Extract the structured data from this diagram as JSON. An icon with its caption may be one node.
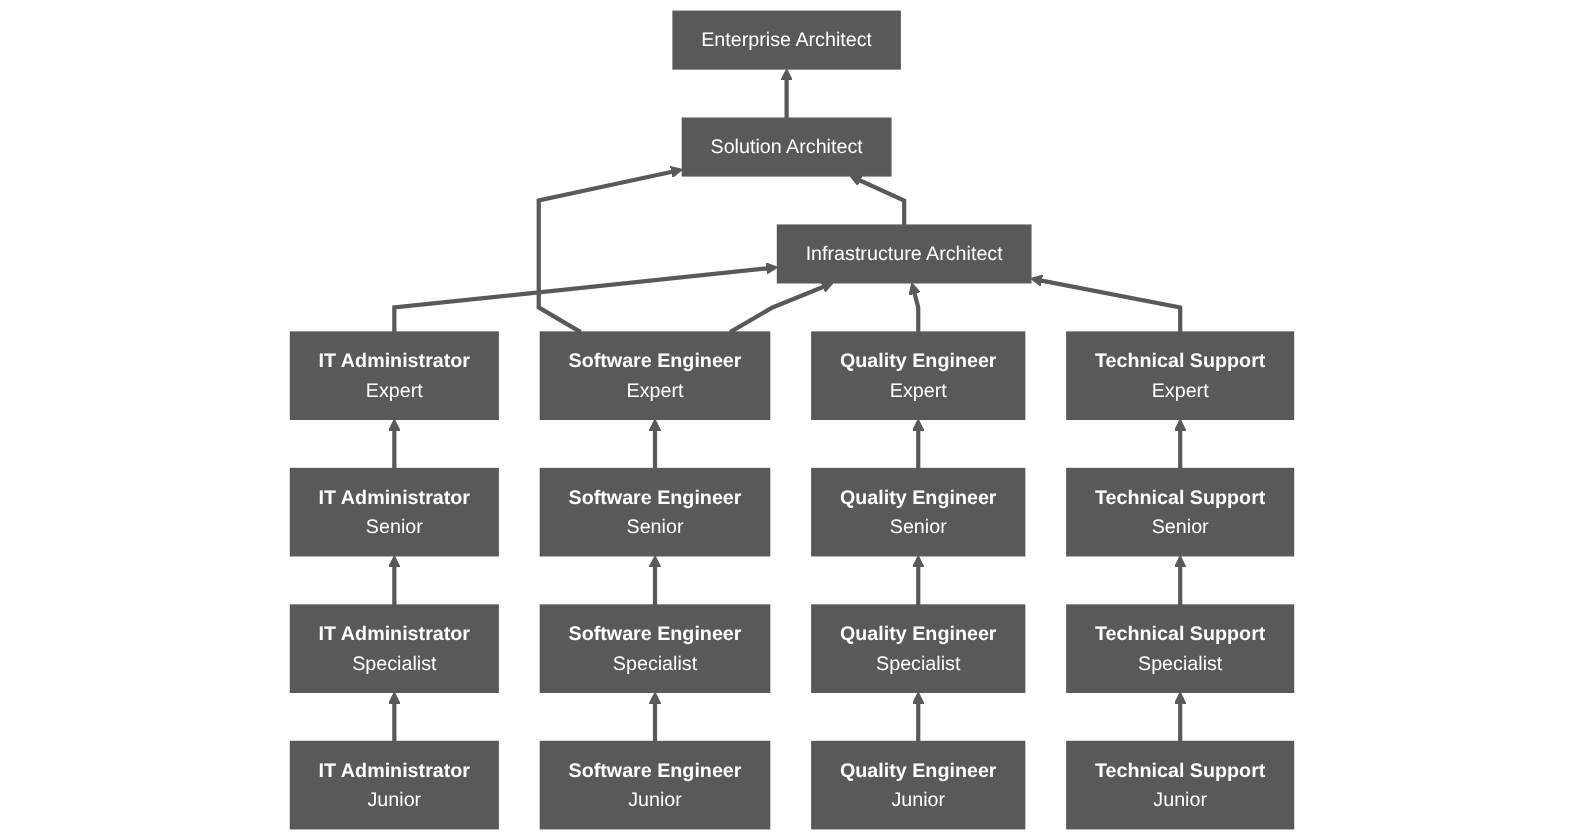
{
  "diagram": {
    "nodes": [
      {
        "text": [
          "Enterprise Architect"
        ]
      },
      {
        "text": [
          "Solution Architect"
        ]
      },
      {
        "text": [
          "Infrastructure Architect"
        ]
      },
      {
        "text": [
          "Software Engineer",
          "Expert"
        ]
      },
      {
        "text": [
          "IT Administrator",
          "Expert"
        ]
      },
      {
        "text": [
          "Quality Engineer",
          "Expert"
        ]
      },
      {
        "text": [
          "Technical Support",
          "Expert"
        ]
      },
      {
        "text": [
          "Software Engineer",
          "Senior"
        ]
      },
      {
        "text": [
          "IT Administrator",
          "Senior"
        ]
      },
      {
        "text": [
          "Quality Engineer",
          "Senior"
        ]
      },
      {
        "text": [
          "Technical Support",
          "Senior"
        ]
      },
      {
        "text": [
          "Software Engineer",
          "Specialist"
        ]
      },
      {
        "text": [
          "IT Administrator",
          "Specialist"
        ]
      },
      {
        "text": [
          "Quality Engineer",
          "Specialist"
        ]
      },
      {
        "text": [
          "Technical Support",
          "Specialist"
        ]
      },
      {
        "text": [
          "Software Engineer",
          "Junior"
        ]
      },
      {
        "text": [
          "IT Administrator",
          "Junior"
        ]
      },
      {
        "text": [
          "Quality Engineer",
          "Junior"
        ]
      },
      {
        "text": [
          "Technical Support",
          "Junior"
        ]
      }
    ],
    "edges": [
      {
        "from": 1,
        "to": 0,
        "arrow": "to"
      },
      {
        "from": 2,
        "to": 1,
        "arrow": "to"
      },
      {
        "from": 3,
        "to": 1,
        "arrow": "to"
      },
      {
        "from": 3,
        "to": 2,
        "arrow": "to"
      },
      {
        "from": 4,
        "to": 2,
        "arrow": "to"
      },
      {
        "from": 5,
        "to": 2,
        "arrow": "to"
      },
      {
        "from": 6,
        "to": 2,
        "arrow": "to"
      },
      {
        "from": 7,
        "to": 3,
        "arrow": "to"
      },
      {
        "from": 8,
        "to": 4,
        "arrow": "to"
      },
      {
        "from": 9,
        "to": 5,
        "arrow": "to"
      },
      {
        "from": 10,
        "to": 6,
        "arrow": "to"
      },
      {
        "from": 11,
        "to": 7,
        "arrow": "to"
      },
      {
        "from": 12,
        "to": 8,
        "arrow": "to"
      },
      {
        "from": 13,
        "to": 9,
        "arrow": "to"
      },
      {
        "from": 14,
        "to": 10,
        "arrow": "to"
      },
      {
        "from": 15,
        "to": 11,
        "arrow": "to"
      },
      {
        "from": 16,
        "to": 12,
        "arrow": "to"
      },
      {
        "from": 17,
        "to": 13,
        "arrow": "to"
      },
      {
        "from": 18,
        "to": 14,
        "arrow": "to"
      }
    ]
  }
}
